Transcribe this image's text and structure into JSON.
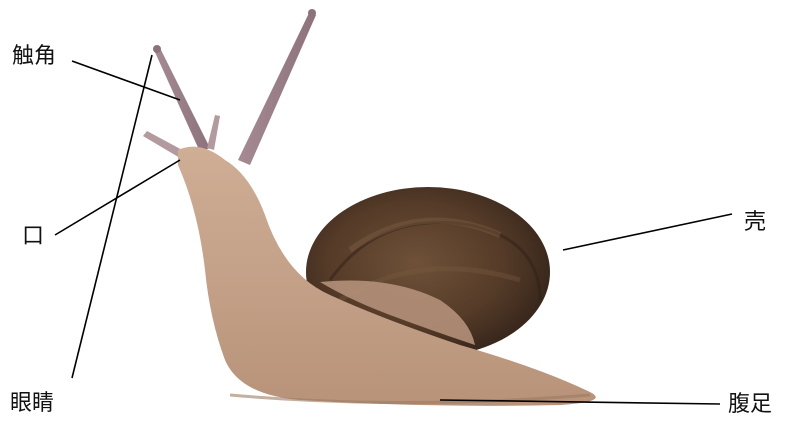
{
  "labels": {
    "tentacle": "触角",
    "mouth": "口",
    "eye": "眼睛",
    "shell": "壳",
    "foot": "腹足"
  },
  "colors": {
    "body": "#c9a88e",
    "body_dark": "#a7856c",
    "shell": "#5e4330",
    "shell_dark": "#3c2a1d",
    "leader_line": "#000000"
  }
}
